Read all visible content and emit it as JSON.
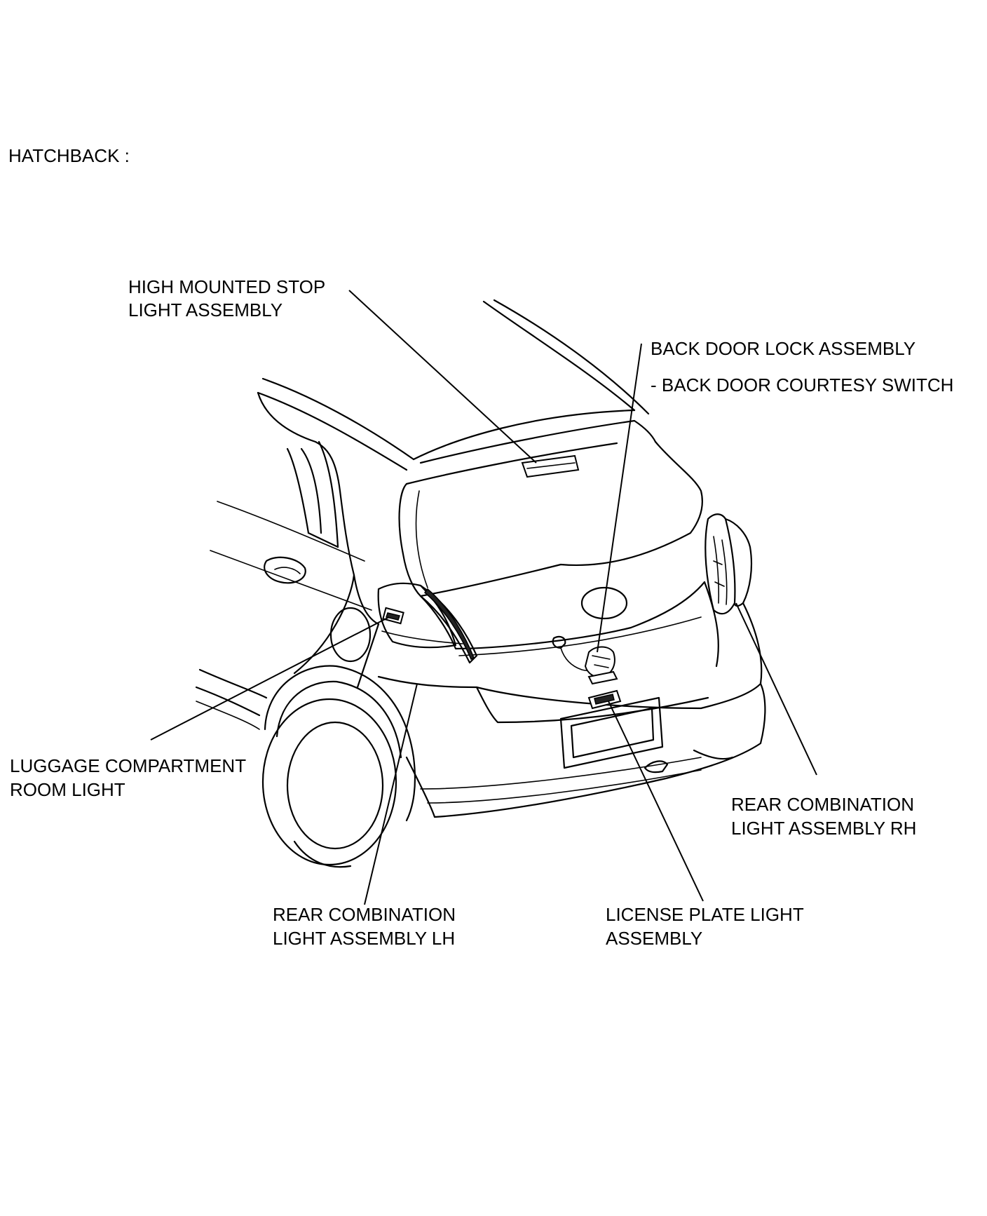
{
  "section_title": "HATCHBACK :",
  "callouts": {
    "high_mounted_stop_light": [
      "HIGH MOUNTED STOP",
      "LIGHT ASSEMBLY"
    ],
    "back_door_lock": [
      "BACK DOOR LOCK ASSEMBLY",
      "- BACK DOOR COURTESY SWITCH"
    ],
    "luggage_room_light": [
      "LUGGAGE COMPARTMENT",
      "ROOM LIGHT"
    ],
    "rear_combination_rh": [
      "REAR COMBINATION",
      "LIGHT ASSEMBLY RH"
    ],
    "rear_combination_lh": [
      "REAR COMBINATION",
      "LIGHT ASSEMBLY LH"
    ],
    "license_plate_light": [
      "LICENSE PLATE LIGHT",
      "ASSEMBLY"
    ]
  }
}
